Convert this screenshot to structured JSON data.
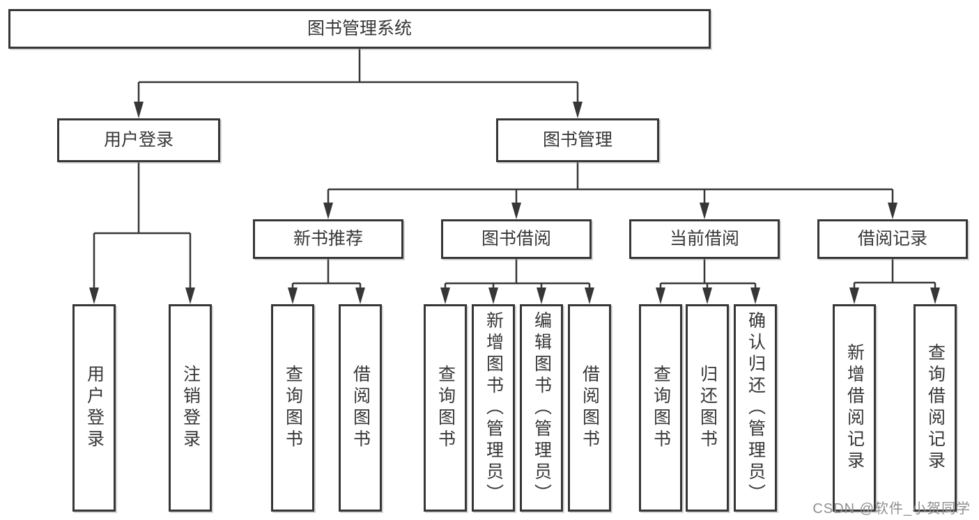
{
  "diagram": {
    "root": {
      "label": "图书管理系统"
    },
    "level2": [
      {
        "label": "用户登录"
      },
      {
        "label": "图书管理"
      }
    ],
    "level3": [
      {
        "label": "新书推荐"
      },
      {
        "label": "图书借阅"
      },
      {
        "label": "当前借阅"
      },
      {
        "label": "借阅记录"
      }
    ],
    "leaves": [
      {
        "label": "用户登录"
      },
      {
        "label": "注销登录"
      },
      {
        "label": "查询图书"
      },
      {
        "label": "借阅图书"
      },
      {
        "label": "查询图书"
      },
      {
        "label": "新增图书（管理员）"
      },
      {
        "label": "编辑图书（管理员）"
      },
      {
        "label": "借阅图书"
      },
      {
        "label": "查询图书"
      },
      {
        "label": "归还图书"
      },
      {
        "label": "确认归还（管理员）"
      },
      {
        "label": "新增借阅记录"
      },
      {
        "label": "查询借阅记录"
      }
    ],
    "watermark": "CSDN @软件_小贺同学",
    "colors": {
      "line": "#363636",
      "box_background": "#ffffff",
      "watermark_gray": "#8f8f8f"
    }
  }
}
